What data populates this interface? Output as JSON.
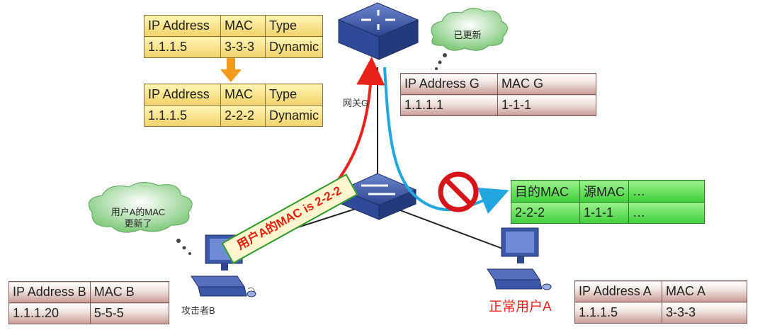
{
  "table_gateway_old": {
    "headers": [
      "IP Address",
      "MAC",
      "Type"
    ],
    "row": [
      "1.1.1.5",
      "3-3-3",
      "Dynamic"
    ]
  },
  "table_gateway_new": {
    "headers": [
      "IP Address",
      "MAC",
      "Type"
    ],
    "row": [
      "1.1.1.5",
      "2-2-2",
      "Dynamic"
    ]
  },
  "table_gateway_info": {
    "headers": [
      "IP Address G",
      "MAC G"
    ],
    "row": [
      "1.1.1.1",
      "1-1-1"
    ]
  },
  "table_packet": {
    "headers": [
      "目的MAC",
      "源MAC",
      "…"
    ],
    "row": [
      "2-2-2",
      "1-1-1",
      "…"
    ]
  },
  "table_attacker": {
    "headers": [
      "IP Address B",
      "MAC B"
    ],
    "row": [
      "1.1.1.20",
      "5-5-5"
    ]
  },
  "table_user_a": {
    "headers": [
      "IP Address A",
      "MAC A"
    ],
    "row": [
      "1.1.1.5",
      "3-3-3"
    ]
  },
  "labels": {
    "gateway": "网关G",
    "attacker": "攻击者B",
    "user_a": "正常用户A",
    "cloud_gateway": "已更新",
    "cloud_attacker_line1": "用户A的MAC",
    "cloud_attacker_line2": "更新了",
    "banner": "用户A的MAC is 2-2-2"
  },
  "colors": {
    "red_arrow": "#e8221a",
    "blue_arrow": "#22a6e0",
    "orange_arrow": "#f29a1a",
    "device_blue": "#3a57a8"
  }
}
